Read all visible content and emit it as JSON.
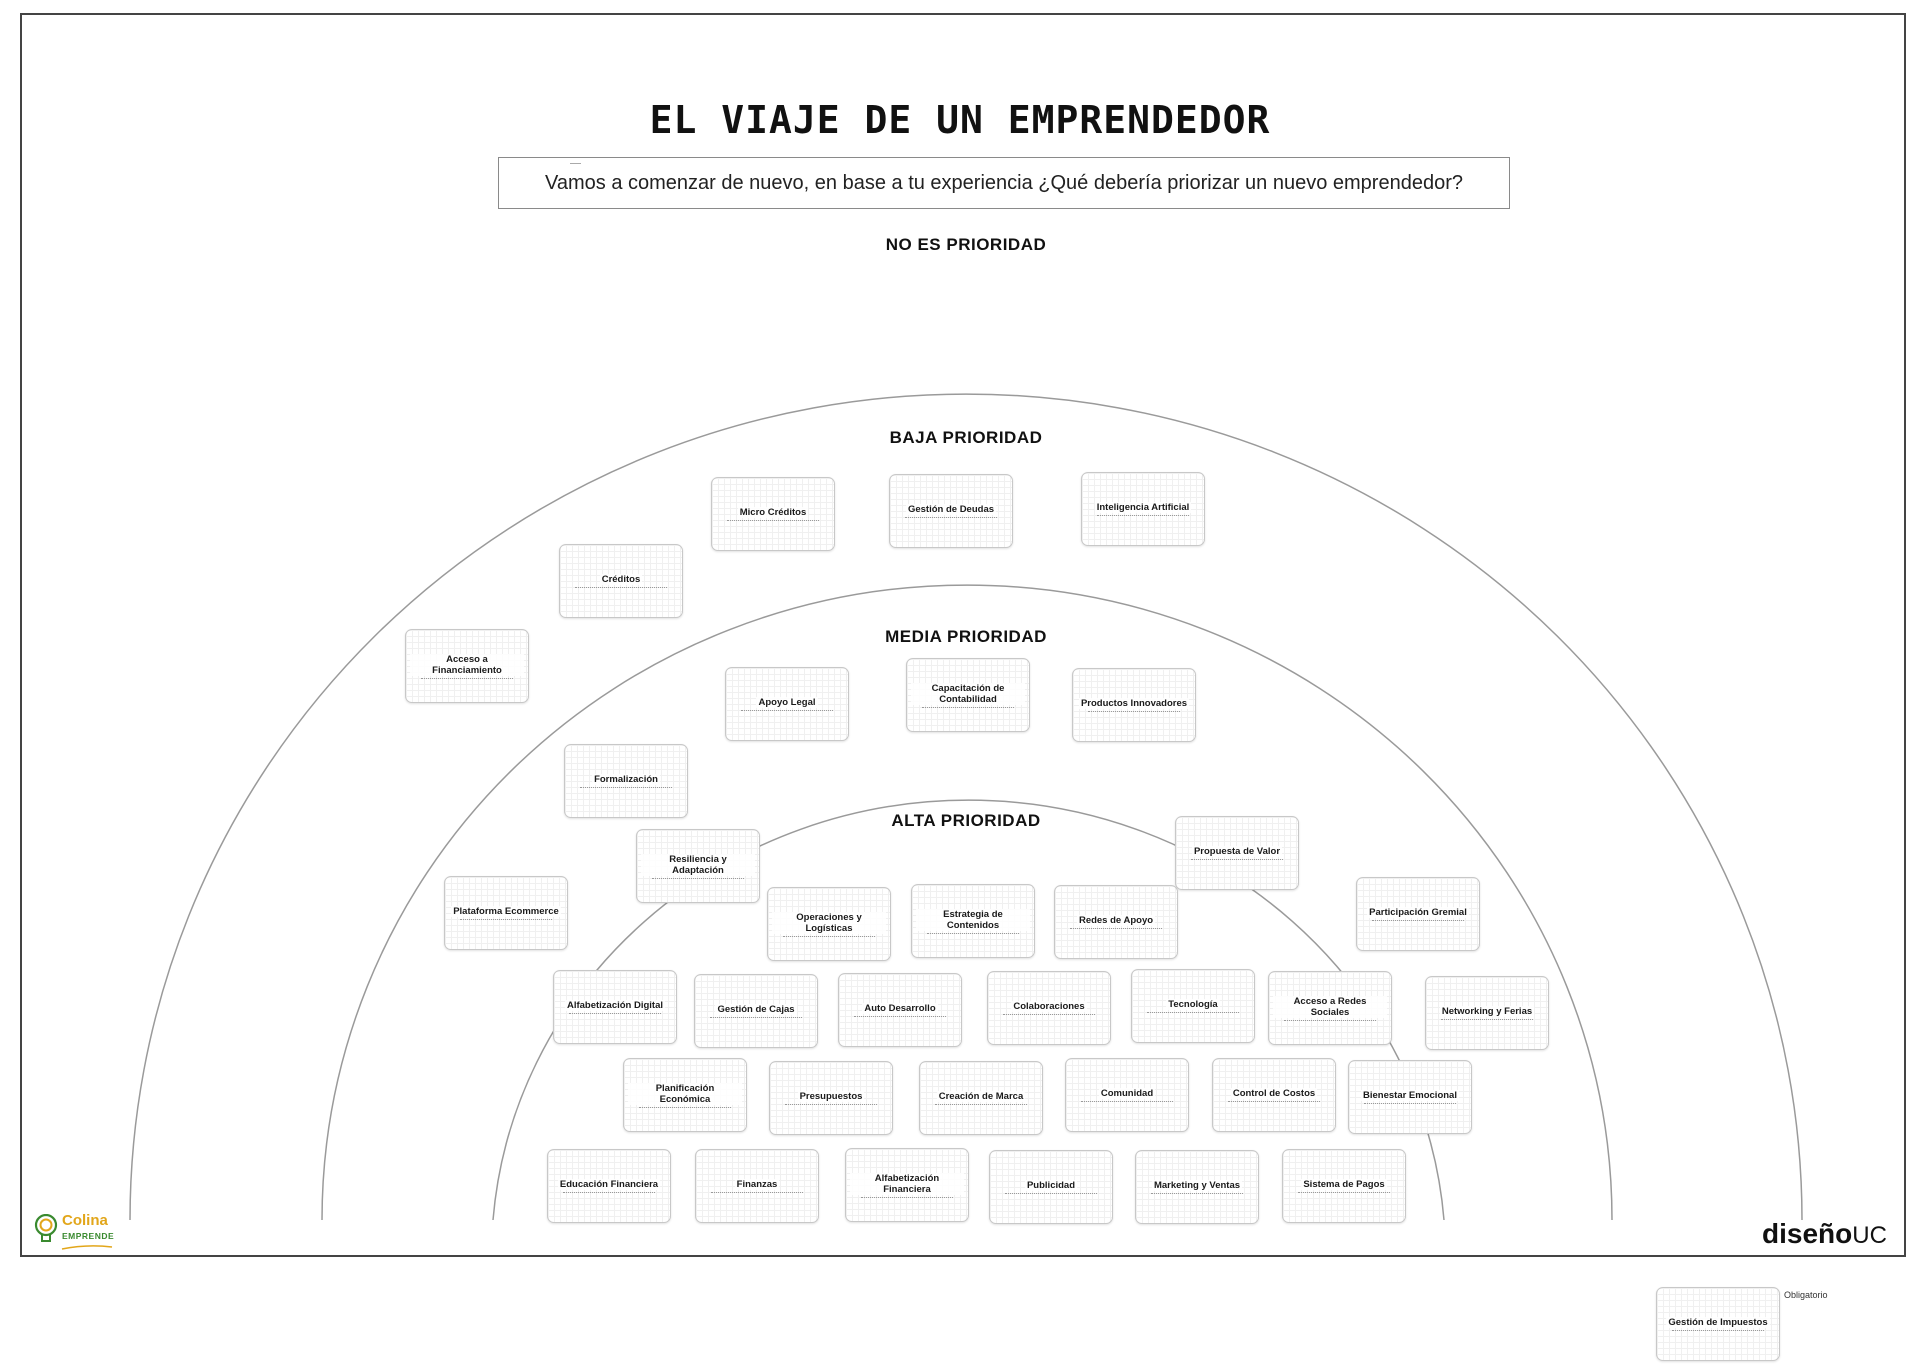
{
  "title": "EL VIAJE DE UN EMPRENDEDOR",
  "question": "Vamos a comenzar de nuevo, en base a tu experiencia ¿Qué debería priorizar un nuevo emprendedor?",
  "zones": {
    "no_es_prioridad": "NO ES PRIORIDAD",
    "baja_prioridad": "BAJA PRIORIDAD",
    "media_prioridad": "MEDIA PRIORIDAD",
    "alta_prioridad": "ALTA PRIORIDAD"
  },
  "cards": [
    {
      "id": "micro-creditos",
      "label": "Micro Créditos"
    },
    {
      "id": "gestion-de-deudas",
      "label": "Gestión de Deudas"
    },
    {
      "id": "inteligencia-artificial",
      "label": "Inteligencia Artificial"
    },
    {
      "id": "creditos",
      "label": "Créditos"
    },
    {
      "id": "acceso-a-financiamiento",
      "label": "Acceso a Financiamiento"
    },
    {
      "id": "apoyo-legal",
      "label": "Apoyo Legal"
    },
    {
      "id": "capacitacion-de-contabilidad",
      "label": "Capacitación de Contabilidad"
    },
    {
      "id": "productos-innovadores",
      "label": "Productos Innovadores"
    },
    {
      "id": "formalizacion",
      "label": "Formalización"
    },
    {
      "id": "resiliencia-y-adaptacion",
      "label": "Resiliencia y Adaptación"
    },
    {
      "id": "propuesta-de-valor",
      "label": "Propuesta de Valor"
    },
    {
      "id": "plataforma-ecommerce",
      "label": "Plataforma Ecommerce"
    },
    {
      "id": "operaciones-y-logisticas",
      "label": "Operaciones y Logísticas"
    },
    {
      "id": "estrategia-de-contenidos",
      "label": "Estrategia de Contenidos"
    },
    {
      "id": "redes-de-apoyo",
      "label": "Redes de Apoyo"
    },
    {
      "id": "participacion-gremial",
      "label": "Participación Gremial"
    },
    {
      "id": "alfabetizacion-digital",
      "label": "Alfabetización Digital"
    },
    {
      "id": "gestion-de-cajas",
      "label": "Gestión de Cajas"
    },
    {
      "id": "auto-desarrollo",
      "label": "Auto Desarrollo"
    },
    {
      "id": "colaboraciones",
      "label": "Colaboraciones"
    },
    {
      "id": "tecnologia",
      "label": "Tecnología"
    },
    {
      "id": "acceso-a-redes-sociales",
      "label": "Acceso a Redes Sociales"
    },
    {
      "id": "networking-y-ferias",
      "label": "Networking y Ferias"
    },
    {
      "id": "planificacion-economica",
      "label": "Planificación Económica"
    },
    {
      "id": "presupuestos",
      "label": "Presupuestos"
    },
    {
      "id": "creacion-de-marca",
      "label": "Creación de Marca"
    },
    {
      "id": "comunidad",
      "label": "Comunidad"
    },
    {
      "id": "control-de-costos",
      "label": "Control de Costos"
    },
    {
      "id": "bienestar-emocional",
      "label": "Bienestar Emocional"
    },
    {
      "id": "educacion-financiera",
      "label": "Educación Financiera"
    },
    {
      "id": "finanzas",
      "label": "Finanzas"
    },
    {
      "id": "alfabetizacion-financiera",
      "label": "Alfabetización Financiera"
    },
    {
      "id": "publicidad",
      "label": "Publicidad"
    },
    {
      "id": "marketing-y-ventas",
      "label": "Marketing y Ventas"
    },
    {
      "id": "sistema-de-pagos",
      "label": "Sistema de Pagos"
    },
    {
      "id": "gestion-de-impuestos",
      "label": "Gestión de Impuestos"
    }
  ],
  "required_label": "Obligatorio",
  "logos": {
    "colina_word": "Colina",
    "colina_sub": "EMPRENDE",
    "diseno_bold": "diseño",
    "diseno_light": "UC"
  },
  "colors": {
    "colina_yellow": "#e2a61a",
    "colina_green": "#3a8a2f",
    "arc_stroke": "#9a9a9a"
  }
}
